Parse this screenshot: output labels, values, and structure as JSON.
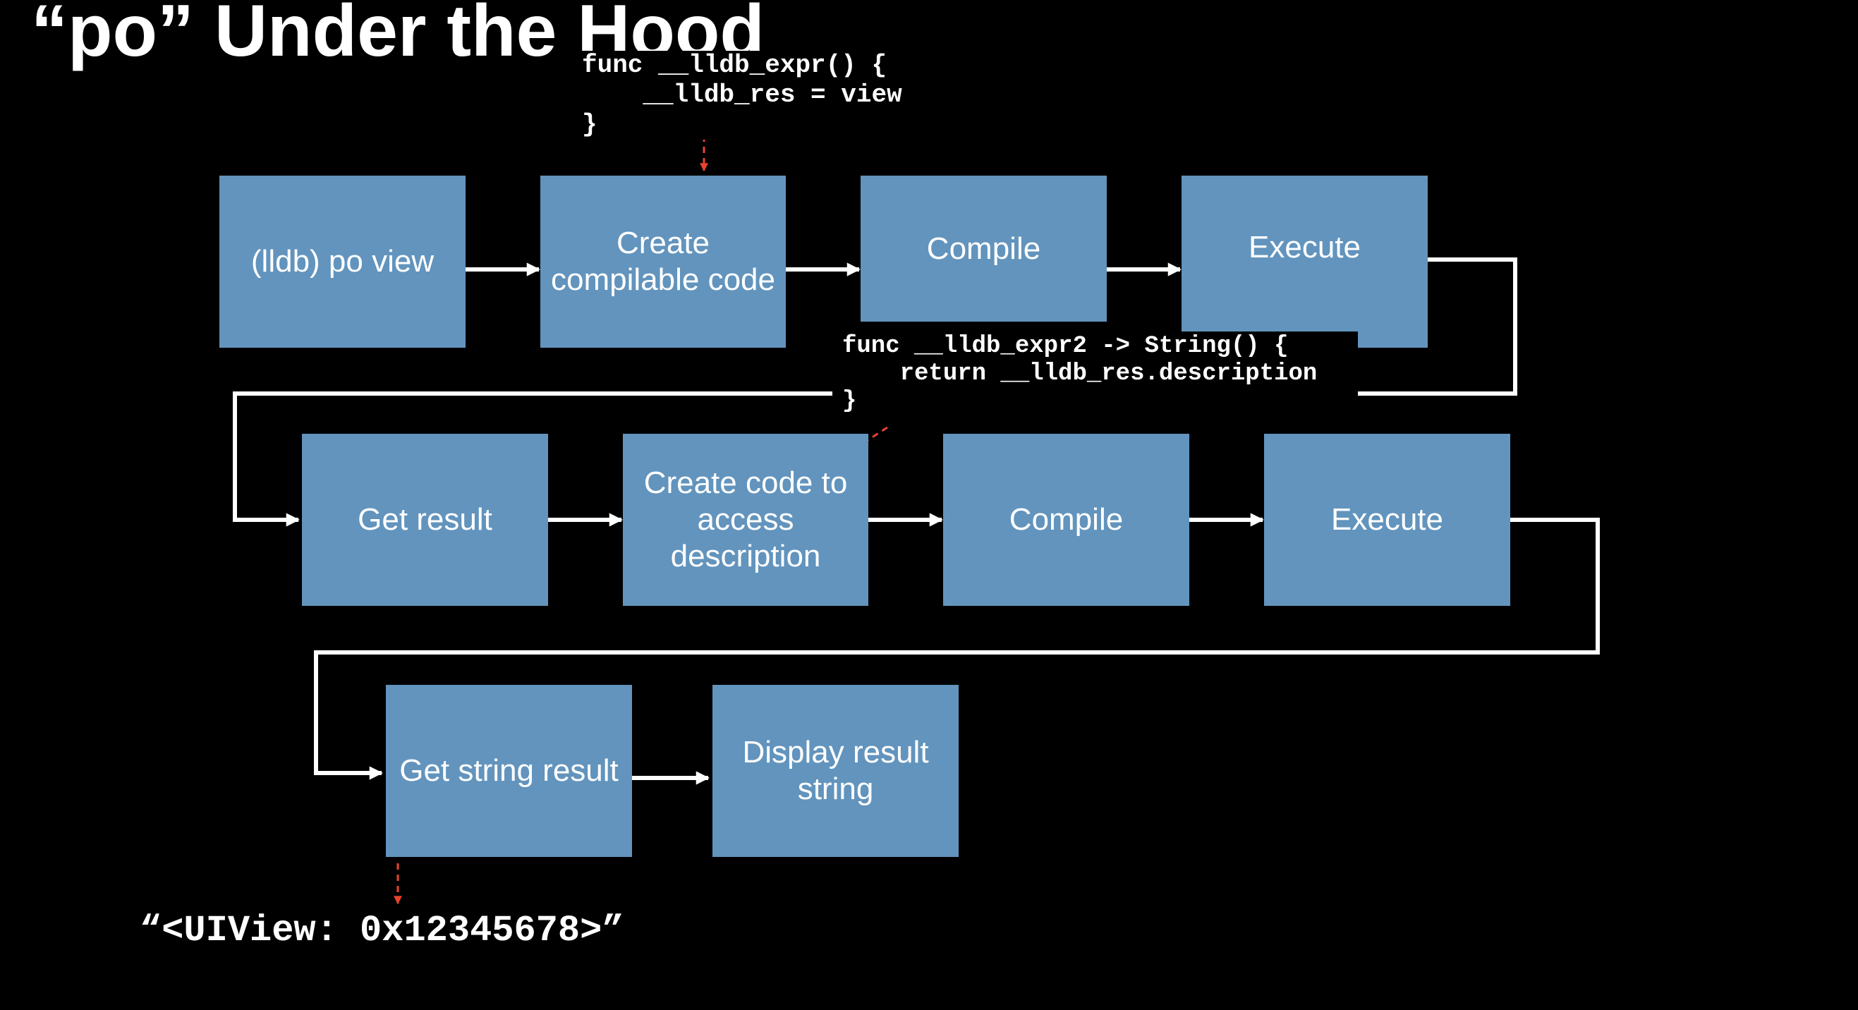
{
  "title": "“po” Under the Hood",
  "colors": {
    "background": "#000000",
    "box_fill": "#6294bd",
    "text": "#ffffff",
    "connector": "#ffffff",
    "annotation_arrow": "#e8432f"
  },
  "steps": [
    {
      "label": "(lldb) po view"
    },
    {
      "label": "Create\ncompilable code"
    },
    {
      "label": "Compile"
    },
    {
      "label": "Execute"
    },
    {
      "label": "Get result"
    },
    {
      "label": "Create code to\naccess\ndescription"
    },
    {
      "label": "Compile"
    },
    {
      "label": "Execute"
    },
    {
      "label": "Get string result"
    },
    {
      "label": "Display result\nstring"
    }
  ],
  "annotations": {
    "code_1": "func __lldb_expr() {\n    __lldb_res = view\n}",
    "code_2": "func __lldb_expr2 -> String() {\n    return __lldb_res.description\n}",
    "output": "“<UIView: 0x12345678>”"
  }
}
